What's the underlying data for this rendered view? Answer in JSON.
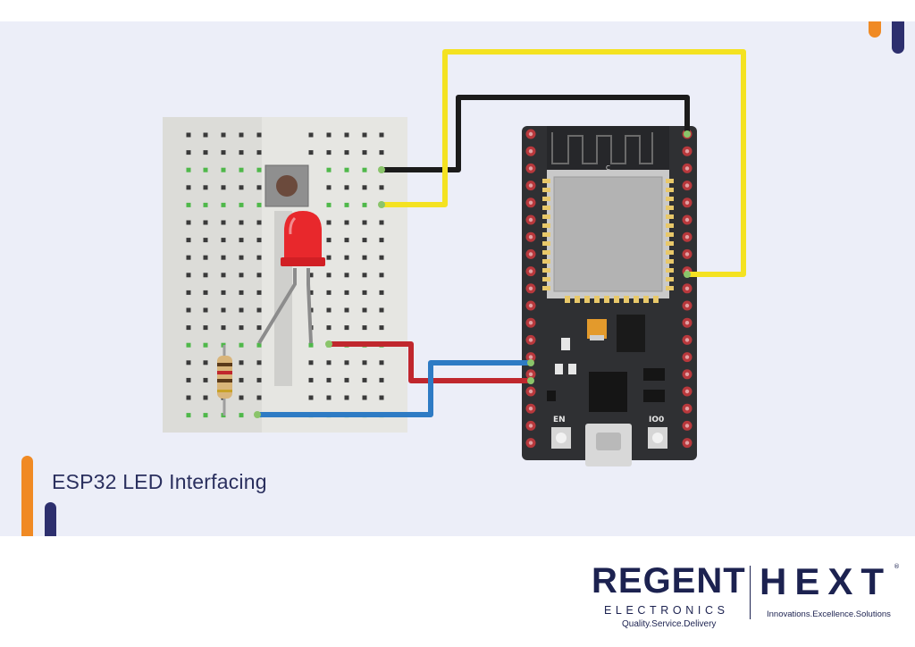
{
  "title": "ESP32 LED Interfacing",
  "board": {
    "silk_c": "C",
    "button_en": "EN",
    "button_io0": "IO0"
  },
  "logos": {
    "regent": {
      "name": "REGENT",
      "sub": "ELECTRONICS",
      "tagline": "Quality.Service.Delivery"
    },
    "hext": {
      "name": "HEXT",
      "registered": "®",
      "tagline": "Innovations.Excellence.Solutions"
    }
  },
  "colors": {
    "panel_bg": "#eceef8",
    "accent_orange": "#f08a24",
    "accent_navy": "#2d2f6e",
    "wire_yellow": "#f4e221",
    "wire_black": "#1b1b1b",
    "wire_red": "#c0272d",
    "wire_blue": "#2e7bc4",
    "led_red": "#e8282c",
    "board_dark": "#2f3033",
    "brand_navy": "#1c2250"
  },
  "components": [
    "breadboard",
    "push-button",
    "red-led",
    "resistor",
    "esp32-board",
    "yellow-wire",
    "black-wire",
    "red-wire",
    "blue-wire"
  ]
}
